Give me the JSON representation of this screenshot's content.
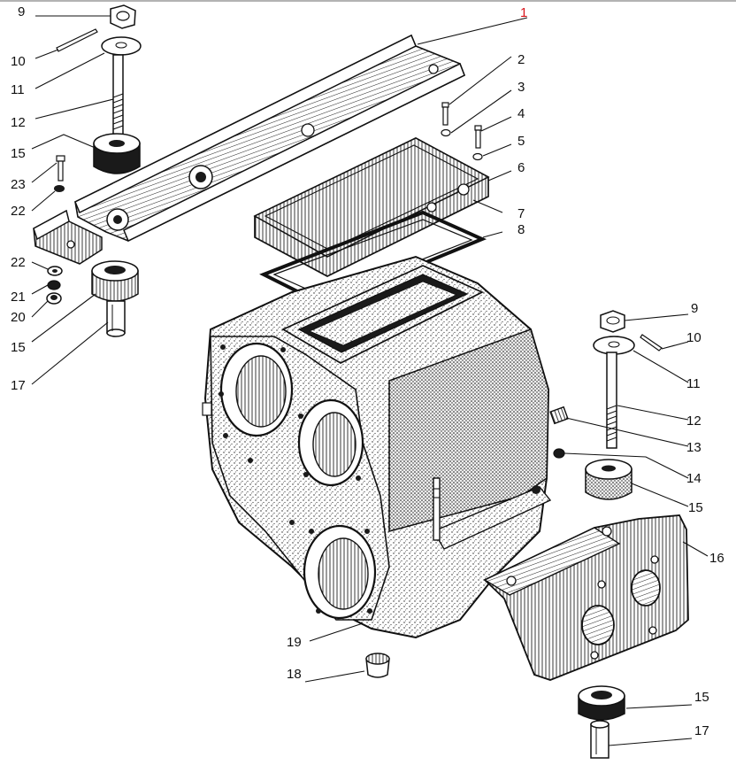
{
  "diagram": {
    "border_top_color": "#9a9a9a",
    "accent_label_color": "#d8141a",
    "labels": [
      {
        "id": "1",
        "text": "1",
        "highlight": true
      },
      {
        "id": "2",
        "text": "2"
      },
      {
        "id": "3",
        "text": "3"
      },
      {
        "id": "4",
        "text": "4"
      },
      {
        "id": "5",
        "text": "5"
      },
      {
        "id": "6",
        "text": "6"
      },
      {
        "id": "7",
        "text": "7"
      },
      {
        "id": "8",
        "text": "8"
      },
      {
        "id": "9a",
        "text": "9"
      },
      {
        "id": "9b",
        "text": "9"
      },
      {
        "id": "10a",
        "text": "10"
      },
      {
        "id": "10b",
        "text": "10"
      },
      {
        "id": "11a",
        "text": "11"
      },
      {
        "id": "11b",
        "text": "11"
      },
      {
        "id": "12a",
        "text": "12"
      },
      {
        "id": "12b",
        "text": "12"
      },
      {
        "id": "13",
        "text": "13"
      },
      {
        "id": "14",
        "text": "14"
      },
      {
        "id": "15a",
        "text": "15"
      },
      {
        "id": "15b",
        "text": "15"
      },
      {
        "id": "15c",
        "text": "15"
      },
      {
        "id": "15d",
        "text": "15"
      },
      {
        "id": "16",
        "text": "16"
      },
      {
        "id": "17a",
        "text": "17"
      },
      {
        "id": "17b",
        "text": "17"
      },
      {
        "id": "18",
        "text": "18"
      },
      {
        "id": "19",
        "text": "19"
      },
      {
        "id": "20",
        "text": "20"
      },
      {
        "id": "21",
        "text": "21"
      },
      {
        "id": "22a",
        "text": "22"
      },
      {
        "id": "22b",
        "text": "22"
      },
      {
        "id": "23",
        "text": "23"
      }
    ]
  }
}
